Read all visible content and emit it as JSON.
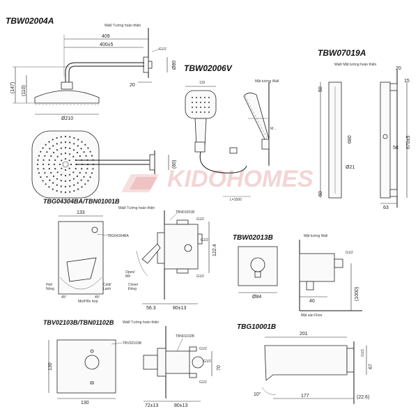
{
  "titles": {
    "tbw02004a": "TBW02004A",
    "tbw07019a": "TBW07019A",
    "tbw02006v": "TBW02006V",
    "tbg04304ba": "TBG04304BA/TBN01001B",
    "tbw02013b": "TBW02013B",
    "tbw02103b": "TBV02103B/TBN01102B",
    "tbg10001b": "TBG10001B"
  },
  "labels": {
    "wall_top": "Wall/ Tường hoàn thiện",
    "wall_tbw07019a": "Wall/ Mặt tường hoàn thiện",
    "wall_tbg04304": "Wall/ Tường hoàn thiện",
    "wall_tbw02013b": "Mặt tường Wall",
    "wall_tbw02103b": "Wall/ Tường hoàn thiện",
    "floor_tbw02013b": "Mặt sàn Floor",
    "hot": "Hot/\nNóng",
    "cold": "Cold/\nLạnh",
    "open": "Open/\nMở",
    "close": "Close/\nĐóng",
    "mix": "Mix/Hỗn hợp",
    "part_tbg04304ba": "TBG04304BA",
    "part_tbn01001b": "TBN01001B",
    "part_tbv02103b": "TBV02103B",
    "part_tbn01102b": "TBN01102B",
    "hand_wall": "Mặt tường Wall",
    "hand_note": "M..."
  },
  "watermark": "KIDOHOMES",
  "dims": {
    "d409": "409",
    "d400": "400±5",
    "d147": "(147)",
    "d110": "(110)",
    "d20": "20",
    "d210": "Ø210",
    "d80": "Ø80",
    "d60": "(60)",
    "g12a": "G1/2",
    "d20b": "20",
    "d15": "15",
    "d680": "680",
    "d670": "670±5",
    "d58": "58",
    "d21": "Ø21",
    "d63": "63",
    "d50a": "50",
    "d50b": "50",
    "d133": "133",
    "d1224": "122.4",
    "g12b": "G1/2",
    "g12c": "G1/2",
    "g12d": "G1/2",
    "d563": "56.3",
    "d8013a": "80±13",
    "a45a": "45°",
    "a45b": "45°",
    "d84": "Ø84",
    "d40": "40",
    "g12e": "G1/2",
    "d1000": "(1000)",
    "d130a": "130",
    "d130b": "130",
    "d70": "70",
    "g12f": "G1/2",
    "g12g": "G1/2",
    "g12h": "G1/2",
    "d7213": "72±13",
    "d8013b": "80±13",
    "d201": "201",
    "d177": "177",
    "g12i": "G1/2",
    "d67": "67",
    "d226": "(22.6)",
    "a10": "10°",
    "d1500": "L=1500",
    "d133b": "133"
  }
}
